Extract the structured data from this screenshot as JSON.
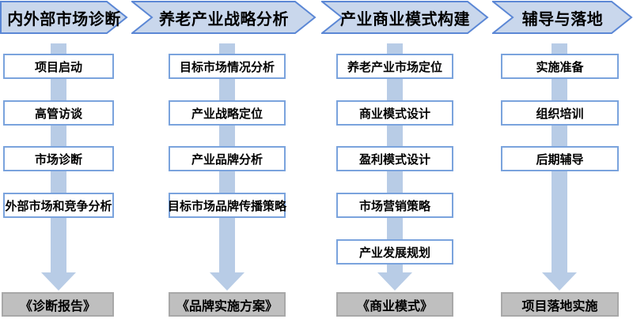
{
  "diagram": {
    "type": "process-flow",
    "background": "#ffffff",
    "colors": {
      "chevron_fill": "#c9d7ec",
      "chevron_border": "#5b87d5",
      "step_box_border": "#7aa3dd",
      "step_box_fill": "#ffffff",
      "arrow_band": "#b8cce6",
      "output_fill": "#bfbfbf",
      "output_border": "#a8a8a8",
      "text": "#000000"
    },
    "columns": [
      {
        "header": "内外部市场诊断",
        "steps": [
          "项目启动",
          "高管访谈",
          "市场诊断",
          "外部市场和竞争分析"
        ],
        "output": "《诊断报告》"
      },
      {
        "header": "养老产业战略分析",
        "steps": [
          "目标市场情况分析",
          "产业战略定位",
          "产业品牌分析",
          "目标市场品牌传播策略"
        ],
        "output": "《品牌实施方案》"
      },
      {
        "header": "产业商业模式构建",
        "steps": [
          "养老产业市场定位",
          "商业模式设计",
          "盈利模式设计",
          "市场营销策略",
          "产业发展规划"
        ],
        "output": "《商业模式》"
      },
      {
        "header": "辅导与落地",
        "steps": [
          "实施准备",
          "组织培训",
          "后期辅导"
        ],
        "output": "项目落地实施"
      }
    ]
  }
}
